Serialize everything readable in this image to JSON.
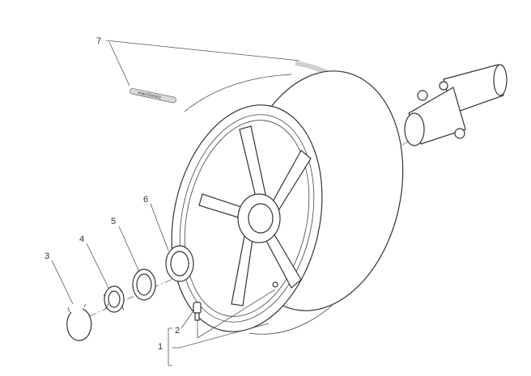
{
  "callouts": {
    "p1": "1",
    "p2": "2",
    "p3": "3",
    "p4": "4",
    "p5": "5",
    "p6": "6",
    "p7": "7"
  },
  "sticker_text": "marchesini",
  "colors": {
    "line": "#333333",
    "background": "#ffffff",
    "sticker": "#bdbdbd"
  }
}
